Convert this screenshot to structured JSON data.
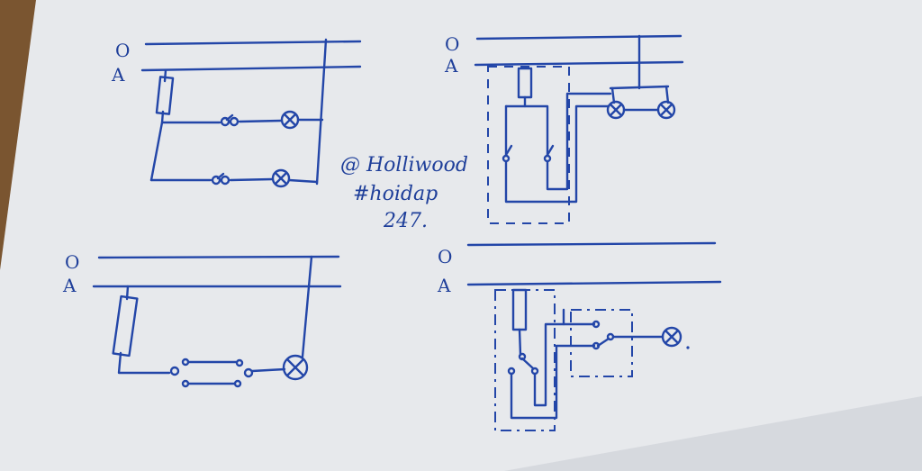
{
  "colors": {
    "ink": "#2346a8",
    "paper": "#e9ebee",
    "table": "#7a5530"
  },
  "diagram_tl": {
    "label_o": "O",
    "label_a": "A"
  },
  "diagram_tr": {
    "label_o": "O",
    "label_a": "A"
  },
  "diagram_bl": {
    "label_o": "O",
    "label_a": "A"
  },
  "diagram_br": {
    "label_o": "O",
    "label_a": "A"
  },
  "watermark": {
    "line1": "@ Holliwood",
    "line2": "#hoidap",
    "line3": "247."
  }
}
